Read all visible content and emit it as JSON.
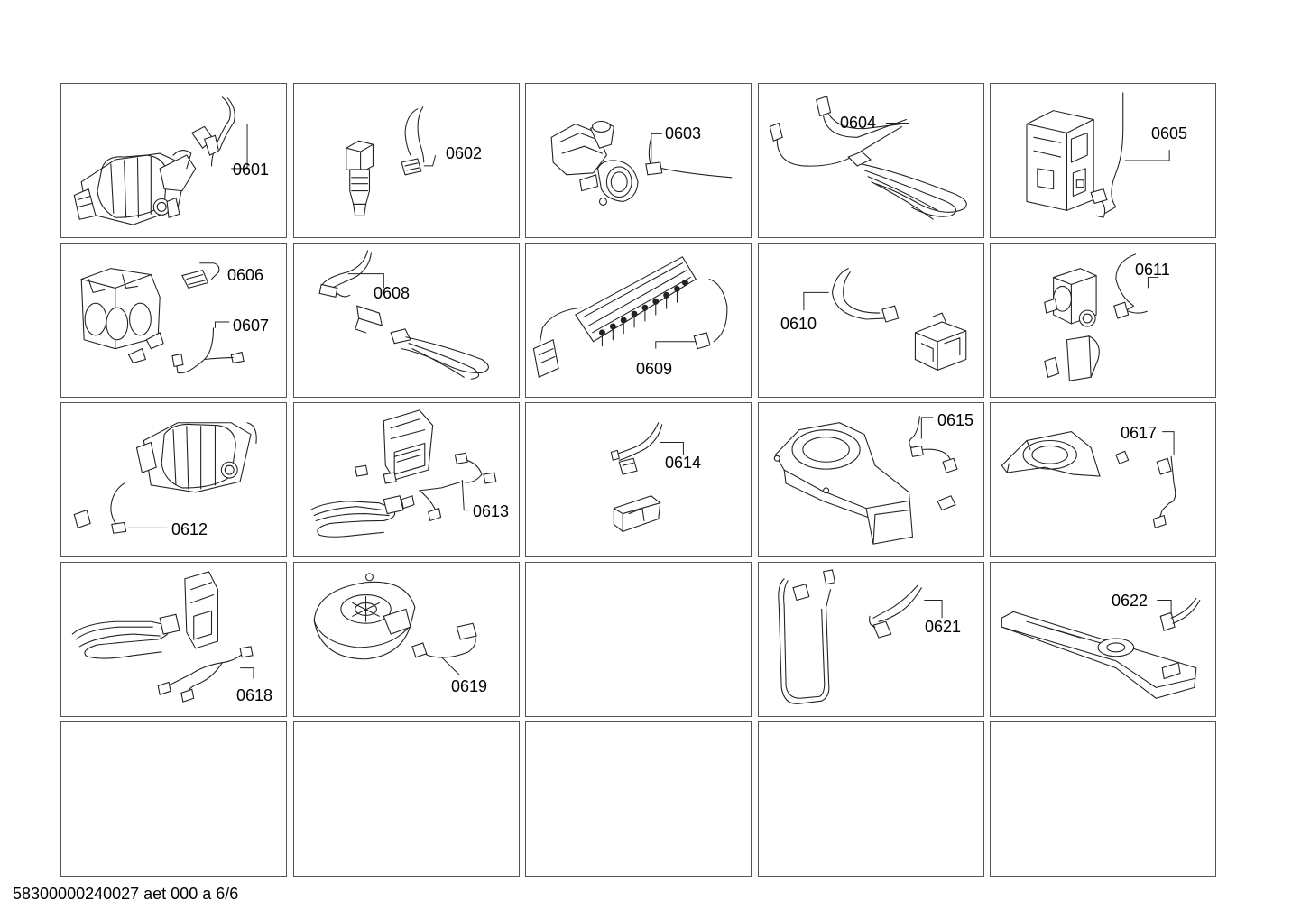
{
  "document_id": "58300000240027 aet 000 a 6/6",
  "grid": {
    "rows": [
      [
        {
          "parts": [
            "0601"
          ]
        },
        {
          "parts": [
            "0602"
          ]
        },
        {
          "parts": [
            "0603"
          ]
        },
        {
          "parts": [
            "0604"
          ]
        },
        {
          "parts": [
            "0605"
          ]
        }
      ],
      [
        {
          "parts": [
            "0606",
            "0607"
          ]
        },
        {
          "parts": [
            "0608"
          ]
        },
        {
          "parts": [
            "0609"
          ]
        },
        {
          "parts": [
            "0610"
          ]
        },
        {
          "parts": [
            "0611"
          ]
        }
      ],
      [
        {
          "parts": [
            "0612"
          ]
        },
        {
          "parts": [
            "0613"
          ]
        },
        {
          "parts": [
            "0614"
          ]
        },
        {
          "parts": [
            "0615"
          ]
        },
        {
          "parts": [
            "0617"
          ]
        }
      ],
      [
        {
          "parts": [
            "0618"
          ]
        },
        {
          "parts": [
            "0619"
          ]
        },
        {
          "parts": []
        },
        {
          "parts": [
            "0621"
          ]
        },
        {
          "parts": [
            "0622"
          ]
        }
      ],
      [
        {
          "parts": []
        },
        {
          "parts": []
        },
        {
          "parts": []
        },
        {
          "parts": []
        },
        {
          "parts": []
        }
      ]
    ]
  }
}
